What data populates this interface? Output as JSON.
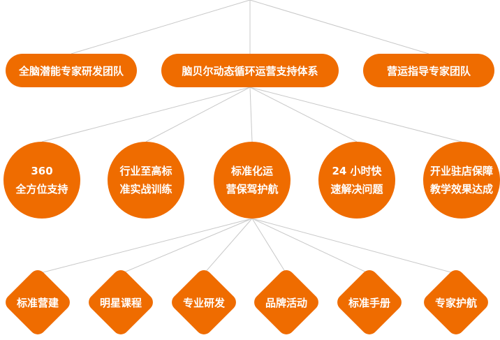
{
  "colors": {
    "accent": "#ef6c00",
    "text": "#ffffff",
    "connector": "#c8c8c8"
  },
  "top_row": [
    {
      "label": "全脑潜能专家研发团队"
    },
    {
      "label": "脑贝尔动态循环运营支持体系"
    },
    {
      "label": "营运指导专家团队"
    }
  ],
  "middle_row": [
    {
      "lines": [
        "360",
        "全方位支持"
      ]
    },
    {
      "lines": [
        "行业至高标",
        "准实战训练"
      ]
    },
    {
      "lines": [
        "标准化运",
        "营保驾护航"
      ]
    },
    {
      "lines": [
        "24 小时快",
        "速解决问题"
      ]
    },
    {
      "lines": [
        "开业驻店保障",
        "教学效果达成"
      ]
    }
  ],
  "bottom_row": [
    {
      "label": "标准营建"
    },
    {
      "label": "明星课程"
    },
    {
      "label": "专业研发"
    },
    {
      "label": "品牌活动"
    },
    {
      "label": "标准手册"
    },
    {
      "label": "专家护航"
    }
  ]
}
